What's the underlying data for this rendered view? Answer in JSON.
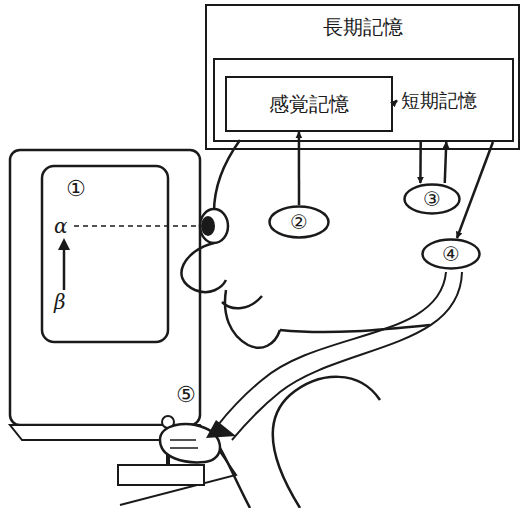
{
  "diagram": {
    "nodes": [
      {
        "text": [
          "長期記憶"
        ]
      },
      {
        "text": [
          "短期記憶"
        ],
        "in": 0
      },
      {
        "text": [
          "感覚記憶"
        ],
        "in": 1
      },
      {
        "text": [
          "②"
        ]
      },
      {
        "text": [
          "③"
        ]
      },
      {
        "text": [
          "④"
        ]
      }
    ],
    "edges": [
      {
        "from": 2,
        "to": 1,
        "arrow": "to"
      },
      {
        "from": 3,
        "to": 2,
        "arrow": "to"
      },
      {
        "from": 1,
        "to": 4,
        "arrow": "to"
      },
      {
        "from": 4,
        "to": 1,
        "arrow": "to"
      },
      {
        "from": 1,
        "to": 5,
        "arrow": "to"
      }
    ],
    "labels": [
      "①",
      "α",
      "β",
      "⑤"
    ]
  }
}
